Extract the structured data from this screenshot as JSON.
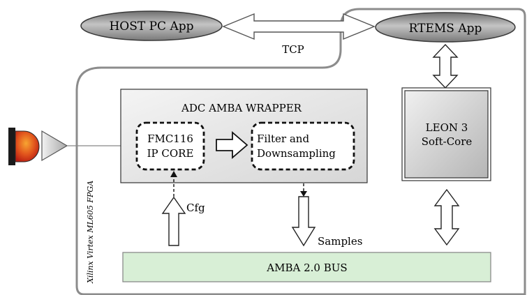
{
  "host_pc_app": "HOST PC App",
  "rtems_app": "RTEMS App",
  "tcp_label": "TCP",
  "fpga_label": "Xilinx Virtex ML605 FPGA",
  "adc_wrapper": {
    "title": "ADC AMBA WRAPPER",
    "fmc_core": [
      "FMC116",
      "IP CORE"
    ],
    "filter": [
      "Filter and",
      "Downsampling"
    ]
  },
  "leon": [
    "LEON 3",
    "Soft-Core"
  ],
  "cfg_label": "Cfg",
  "samples_label": "Samples",
  "bus_label": "AMBA 2.0 BUS",
  "colors": {
    "bus_fill": "#d8efd6",
    "bus_stroke": "#8a8a8a",
    "ellipse_fill": "#9a9a9a",
    "wrapper_fill": "#e6e6e6",
    "led_red": "#d9261c",
    "led_orange": "#f08a1e"
  },
  "icons": [
    "led-icon",
    "amplifier-icon"
  ]
}
